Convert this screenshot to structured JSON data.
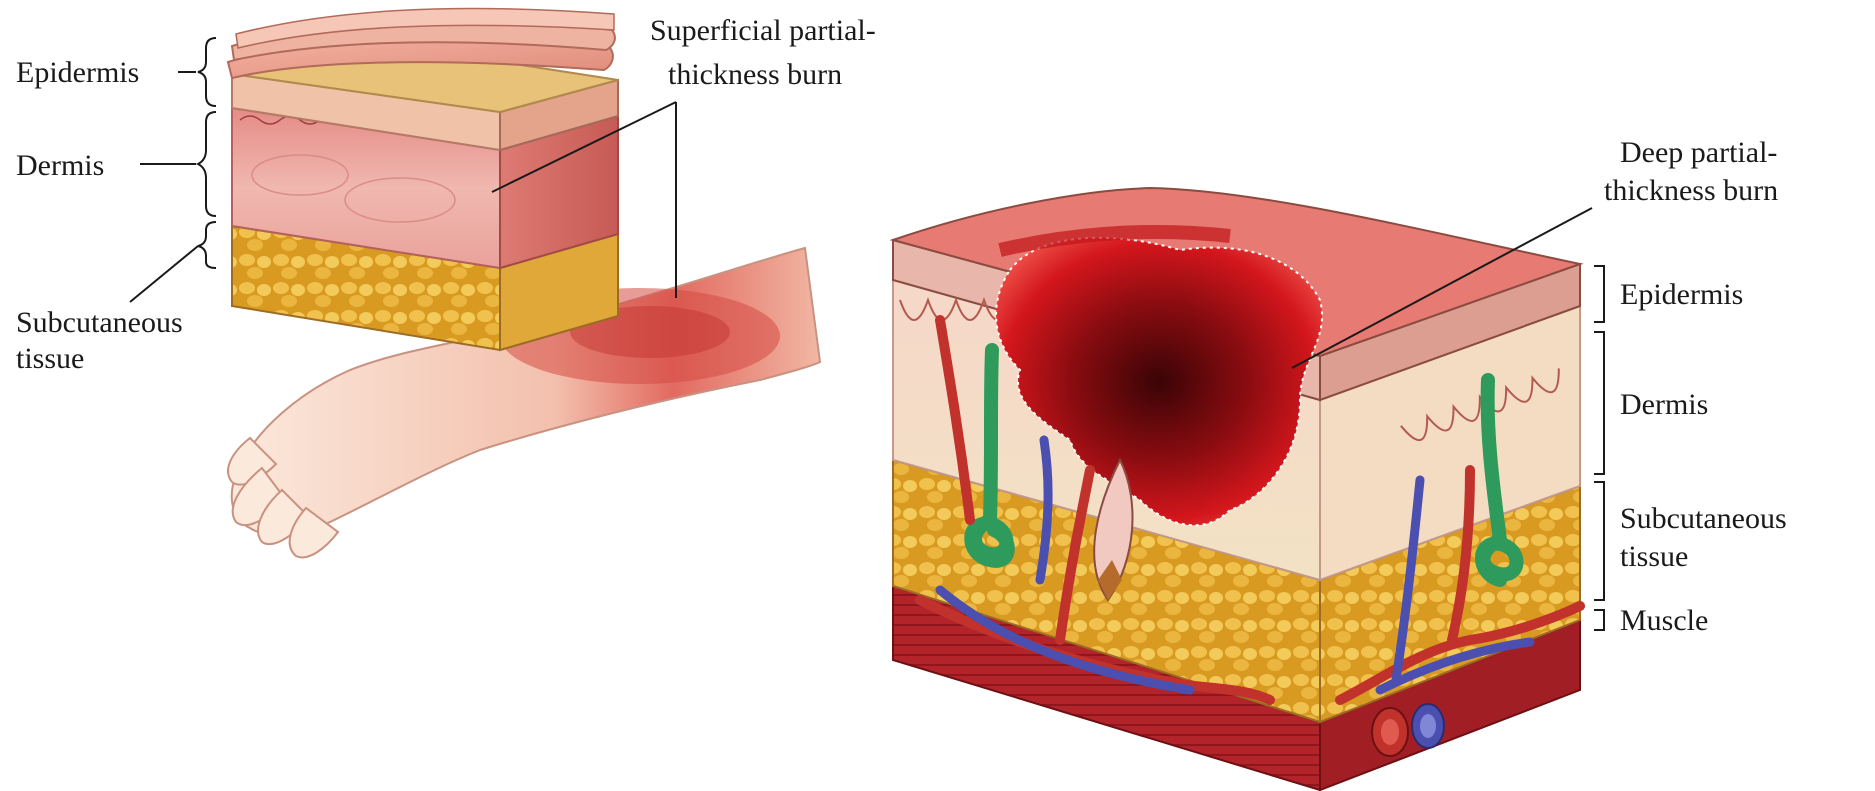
{
  "left_figure": {
    "labels": {
      "epidermis": "Epidermis",
      "dermis": "Dermis",
      "subcutaneous_line1": "Subcutaneous",
      "subcutaneous_line2": "tissue",
      "burn_line1": "Superficial partial-",
      "burn_line2": "thickness burn"
    }
  },
  "right_figure": {
    "labels": {
      "burn_line1": "Deep partial-",
      "burn_line2": "thickness burn",
      "epidermis": "Epidermis",
      "dermis": "Dermis",
      "subcutaneous_line1": "Subcutaneous",
      "subcutaneous_line2": "tissue",
      "muscle": "Muscle"
    }
  },
  "colors": {
    "skin": "#f4dcc9",
    "dermis": "#e9a7a0",
    "burn_red": "#d3161c",
    "burn_dark": "#5a0a0c",
    "fat": "#e8b23a",
    "muscle": "#b3232a",
    "artery": "#c0322b",
    "vein": "#4b4fb0",
    "gland": "#2e9a5c",
    "label_line": "#1a1a1a"
  }
}
